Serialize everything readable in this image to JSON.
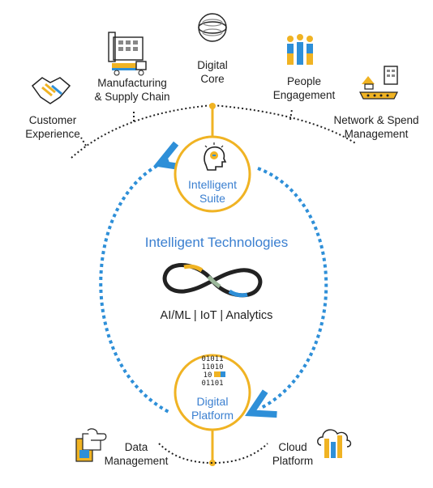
{
  "top_nodes": {
    "customer": {
      "line1": "Customer",
      "line2": "Experience",
      "icon": "handshake-icon"
    },
    "manufacturing": {
      "line1": "Manufacturing",
      "line2": "& Supply Chain",
      "icon": "factory-truck-icon"
    },
    "digital_core": {
      "line1": "Digital",
      "line2": "Core",
      "icon": "core-sphere-icon"
    },
    "people": {
      "line1": "People",
      "line2": "Engagement",
      "icon": "people-icon"
    },
    "network": {
      "line1": "Network & Spend",
      "line2": "Management",
      "icon": "network-spend-icon"
    }
  },
  "intelligent_suite": {
    "line1": "Intelligent",
    "line2": "Suite",
    "icon": "head-lightbulb-icon"
  },
  "center": {
    "title": "Intelligent Technologies",
    "subtitle": "AI/ML  |  IoT  |  Analytics",
    "icon": "infinity-icon"
  },
  "digital_platform": {
    "line1": "Digital",
    "line2": "Platform",
    "binary": [
      "01011",
      "11010",
      "10",
      "01101"
    ],
    "icon": "binary-icon"
  },
  "bottom_nodes": {
    "data": {
      "line1": "Data",
      "line2": "Management",
      "icon": "data-management-icon"
    },
    "cloud": {
      "line1": "Cloud",
      "line2": "Platform",
      "icon": "cloud-platform-icon"
    }
  },
  "colors": {
    "gold": "#F0B323",
    "blue": "#2E8FD8",
    "text_blue": "#3A7FD0",
    "dark": "#222222"
  }
}
